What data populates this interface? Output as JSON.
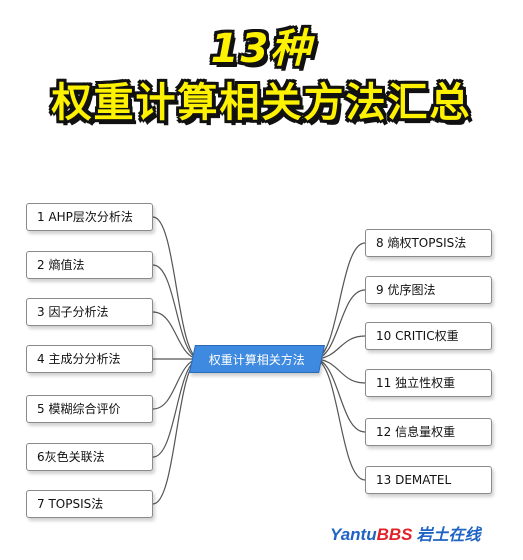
{
  "title": {
    "line1": "13种",
    "line2": "权重计算相关方法汇总"
  },
  "center": "权重计算相关方法",
  "left_items": [
    "1 AHP层次分析法",
    "2 熵值法",
    "3 因子分析法",
    "4 主成分分析法",
    "5 模糊综合评价",
    "6灰色关联法",
    "7 TOPSIS法"
  ],
  "right_items": [
    "8 熵权TOPSIS法",
    "9 优序图法",
    "10 CRITIC权重",
    "11 独立性权重",
    "12 信息量权重",
    "13 DEMATEL"
  ],
  "watermark": {
    "part_a": "Yantu",
    "part_b": "BBS",
    "part_c": "岩土在线"
  },
  "colors": {
    "title_fill": "#fff200",
    "center_fill": "#3d8ae0",
    "link_stroke": "#555555"
  }
}
